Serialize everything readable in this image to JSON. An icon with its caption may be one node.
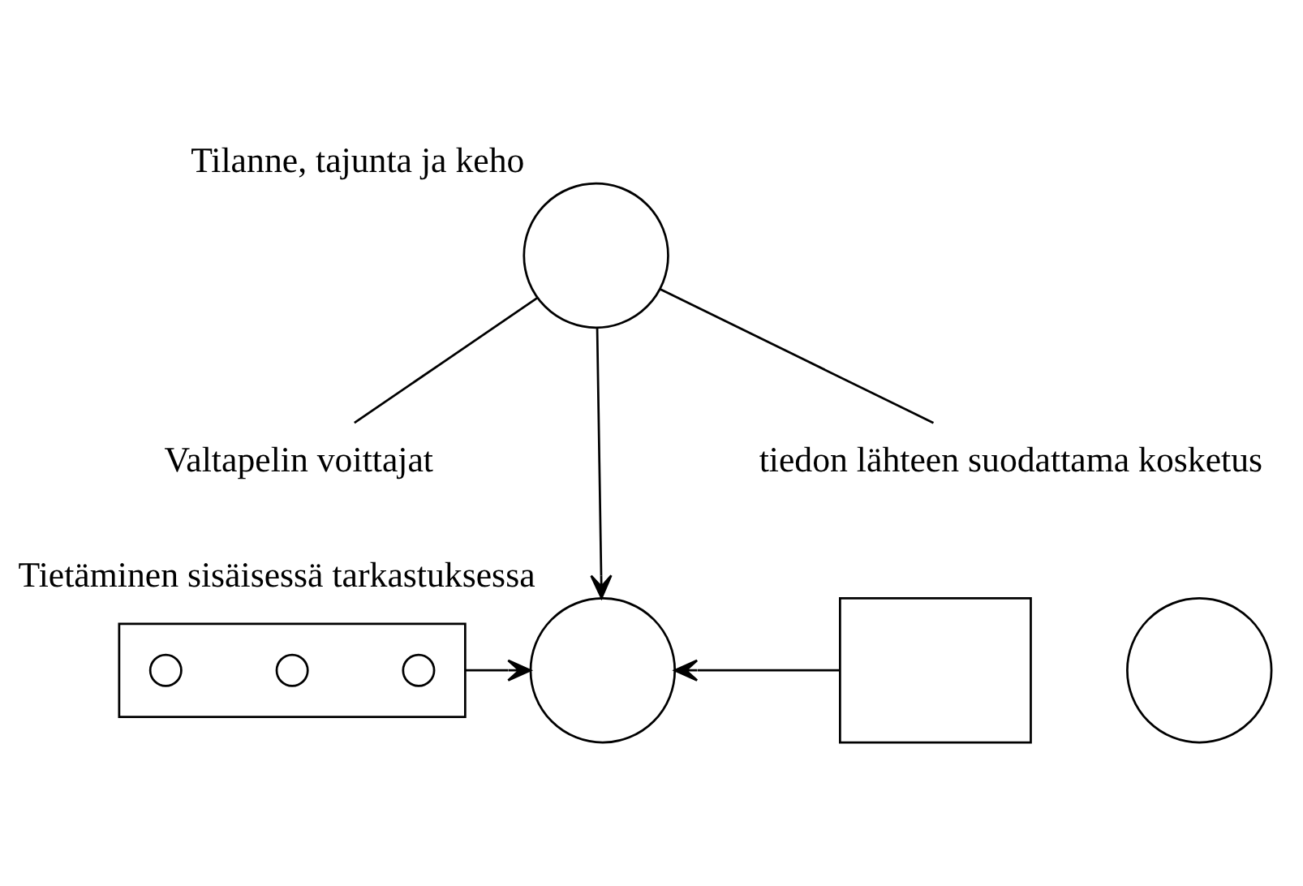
{
  "diagram": {
    "nodes": [
      {
        "text": [
          "Tilanne, tajunta ja keho"
        ]
      },
      {
        "text": [
          "Valtapelin voittajat"
        ]
      },
      {
        "text": [
          "tiedon lähteen suodattama kosketus"
        ]
      },
      {
        "text": [],
        "shape": "box"
      },
      {
        "text": [],
        "shape": "circle",
        "in": 3
      },
      {
        "text": [],
        "shape": "circle",
        "in": 3
      },
      {
        "text": [],
        "shape": "circle",
        "in": 3
      },
      {
        "text": [],
        "shape": "box"
      },
      {
        "text": [],
        "shape": "circle"
      },
      {
        "text": [
          "Tietäminen sisäisessä tarkastuksessa"
        ]
      }
    ],
    "edges": [
      {
        "from": 0,
        "to": 1,
        "arrow": "none"
      },
      {
        "from": 0,
        "to": 2,
        "arrow": "none"
      },
      {
        "from": 0,
        "to": 9,
        "arrow": "to"
      },
      {
        "from": 3,
        "to": 9,
        "arrow": "to"
      },
      {
        "from": 7,
        "to": 9,
        "arrow": "to"
      }
    ]
  }
}
